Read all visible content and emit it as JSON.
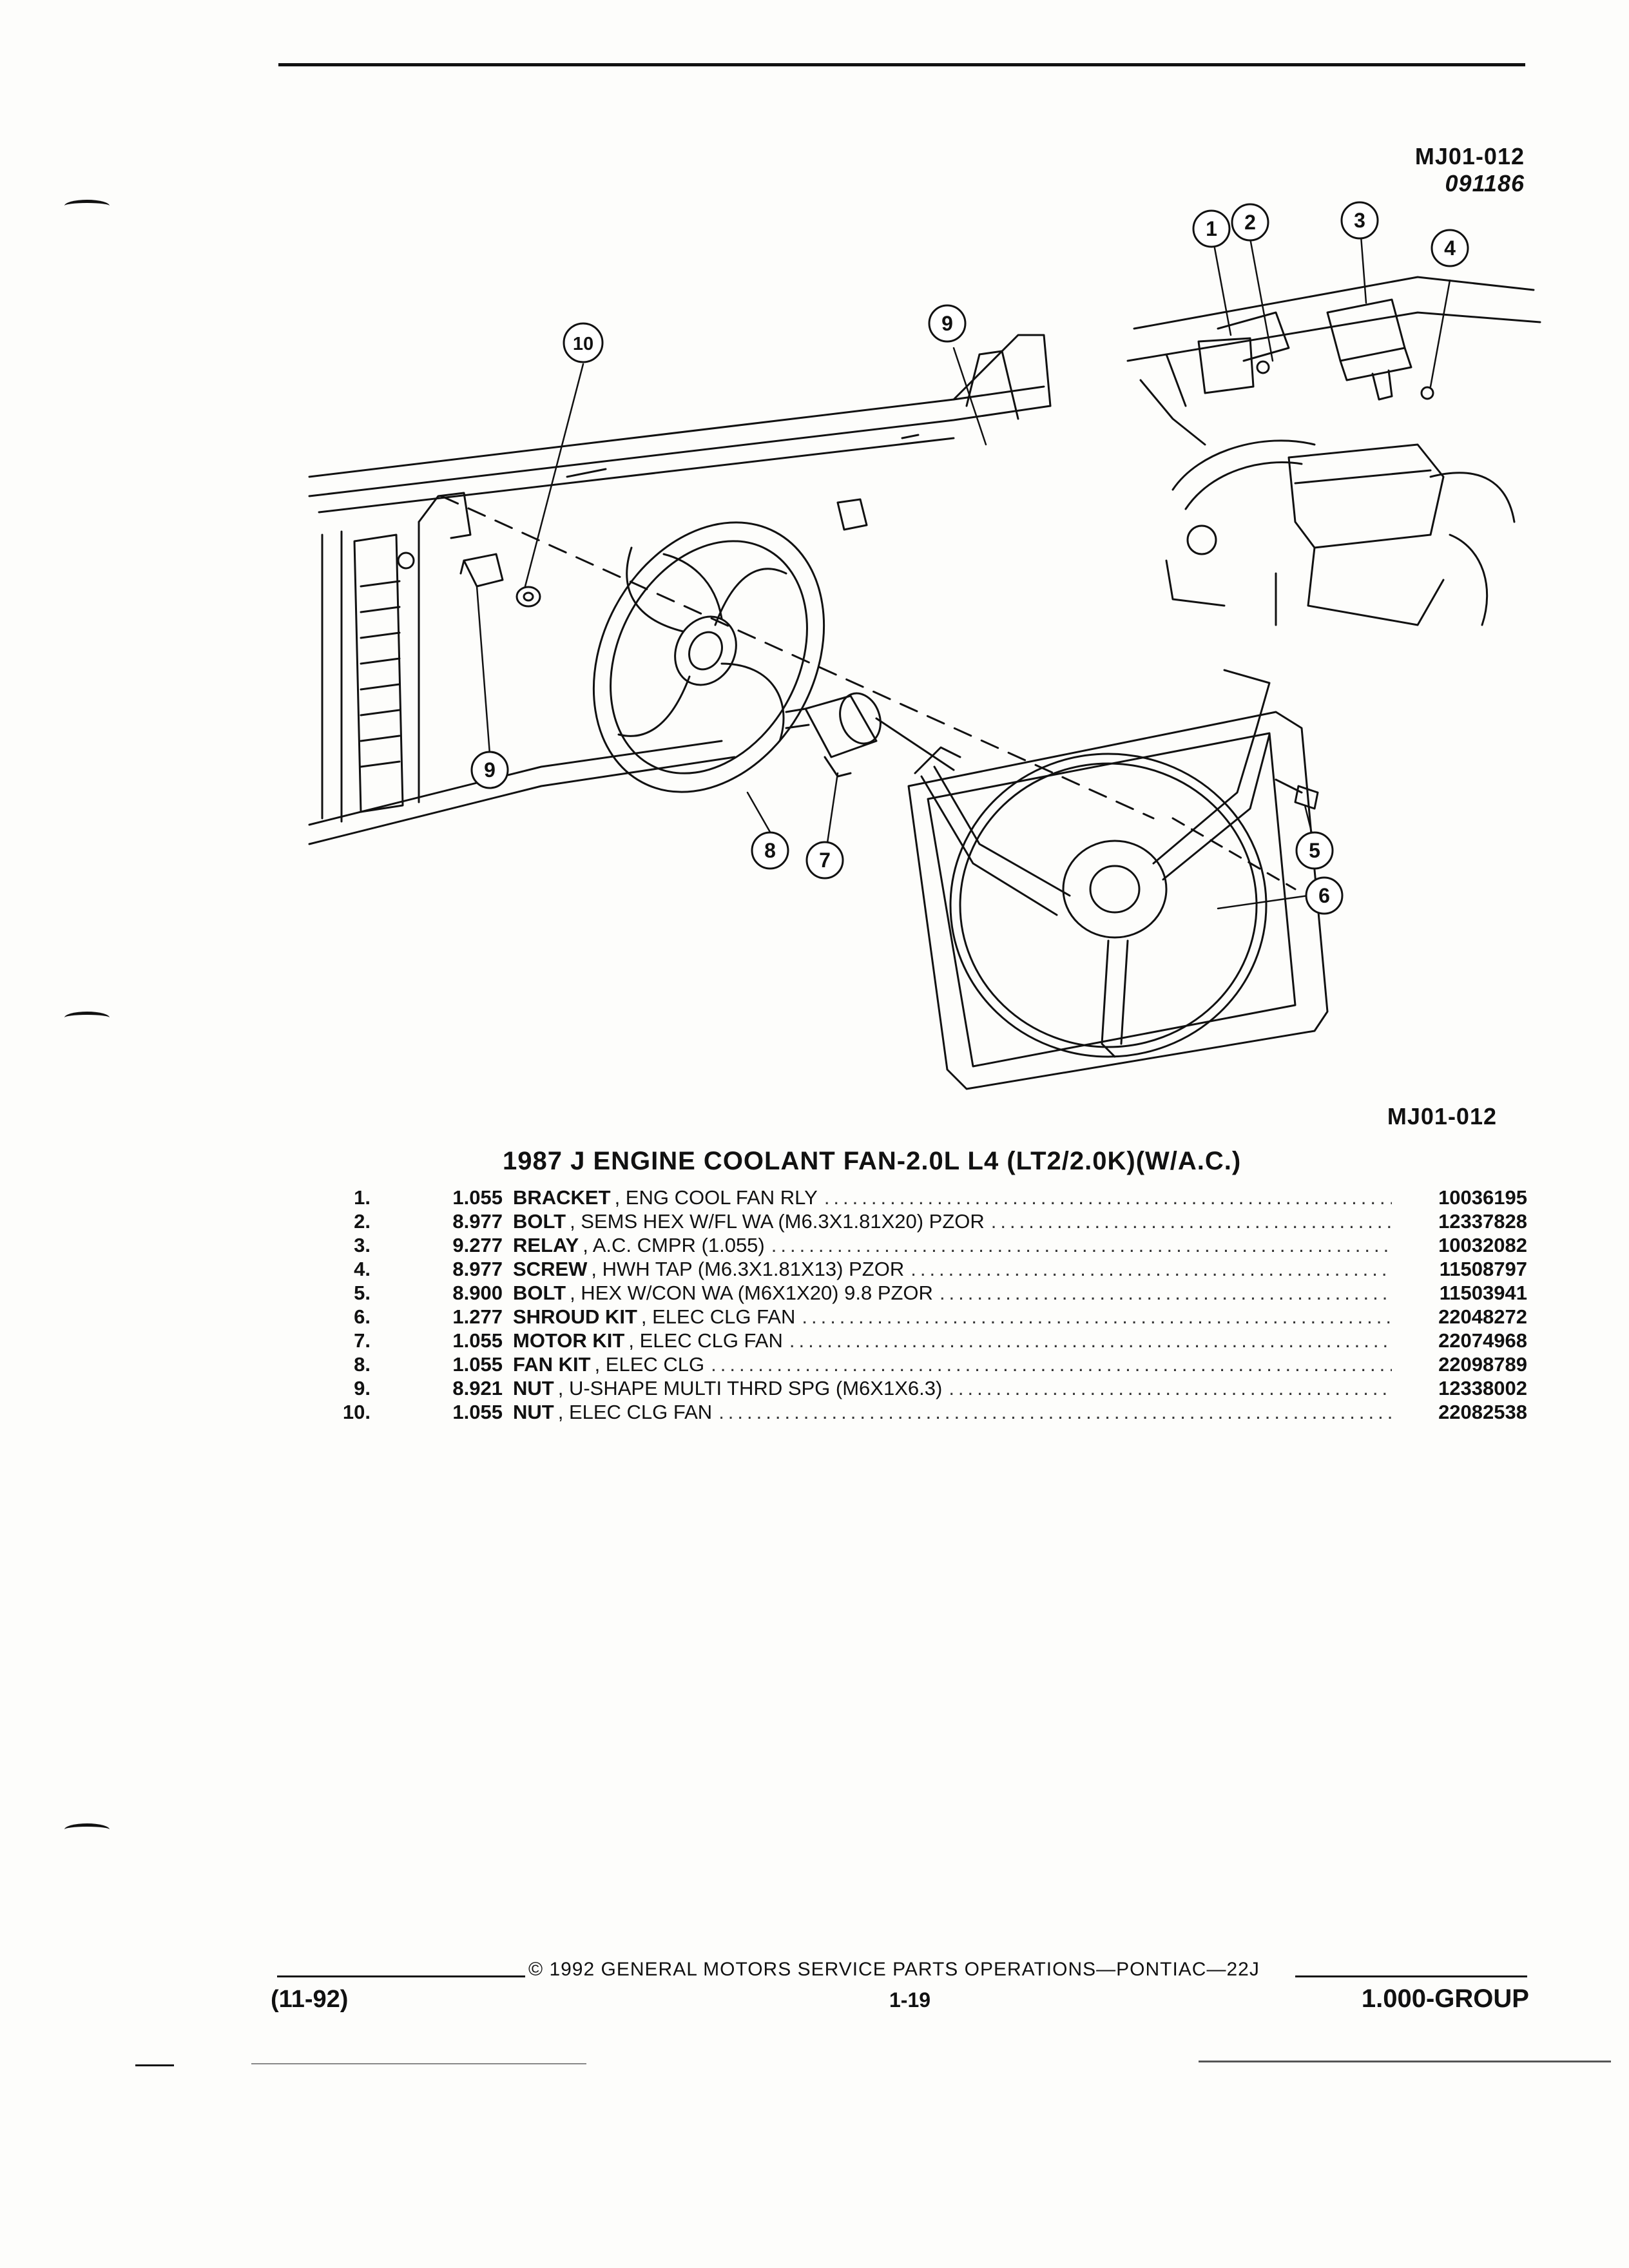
{
  "header": {
    "illustration_code": "MJ01-012",
    "illustration_date": "091186"
  },
  "diagram": {
    "callouts": [
      "1",
      "2",
      "3",
      "4",
      "5",
      "6",
      "7",
      "8",
      "9",
      "10"
    ],
    "caption_code": "MJ01-012"
  },
  "title": "1987 J ENGINE COOLANT FAN-2.0L L4 (LT2/2.0K)(W/A.C.)",
  "parts": [
    {
      "index": "1.",
      "group": "1.055",
      "name": "BRACKET",
      "desc": ", ENG COOL FAN RLY",
      "part_number": "10036195"
    },
    {
      "index": "2.",
      "group": "8.977",
      "name": "BOLT",
      "desc": ", SEMS HEX W/FL WA (M6.3X1.81X20) PZOR",
      "part_number": "12337828"
    },
    {
      "index": "3.",
      "group": "9.277",
      "name": "RELAY",
      "desc": ", A.C. CMPR (1.055)",
      "part_number": "10032082"
    },
    {
      "index": "4.",
      "group": "8.977",
      "name": "SCREW",
      "desc": ", HWH TAP (M6.3X1.81X13) PZOR",
      "part_number": "11508797"
    },
    {
      "index": "5.",
      "group": "8.900",
      "name": "BOLT",
      "desc": ", HEX W/CON WA (M6X1X20) 9.8 PZOR",
      "part_number": "11503941"
    },
    {
      "index": "6.",
      "group": "1.277",
      "name": "SHROUD KIT",
      "desc": ", ELEC CLG FAN",
      "part_number": "22048272"
    },
    {
      "index": "7.",
      "group": "1.055",
      "name": "MOTOR KIT",
      "desc": ", ELEC CLG FAN",
      "part_number": "22074968"
    },
    {
      "index": "8.",
      "group": "1.055",
      "name": "FAN KIT",
      "desc": ", ELEC CLG",
      "part_number": "22098789"
    },
    {
      "index": "9.",
      "group": "8.921",
      "name": "NUT",
      "desc": ", U-SHAPE MULTI THRD SPG (M6X1X6.3)",
      "part_number": "12338002"
    },
    {
      "index": "10.",
      "group": "1.055",
      "name": "NUT",
      "desc": ", ELEC CLG FAN",
      "part_number": "22082538"
    }
  ],
  "footer": {
    "copyright": "© 1992 GENERAL MOTORS SERVICE PARTS OPERATIONS—PONTIAC—22J",
    "revision_date": "(11-92)",
    "page_number": "1-19",
    "group": "1.000-GROUP"
  }
}
